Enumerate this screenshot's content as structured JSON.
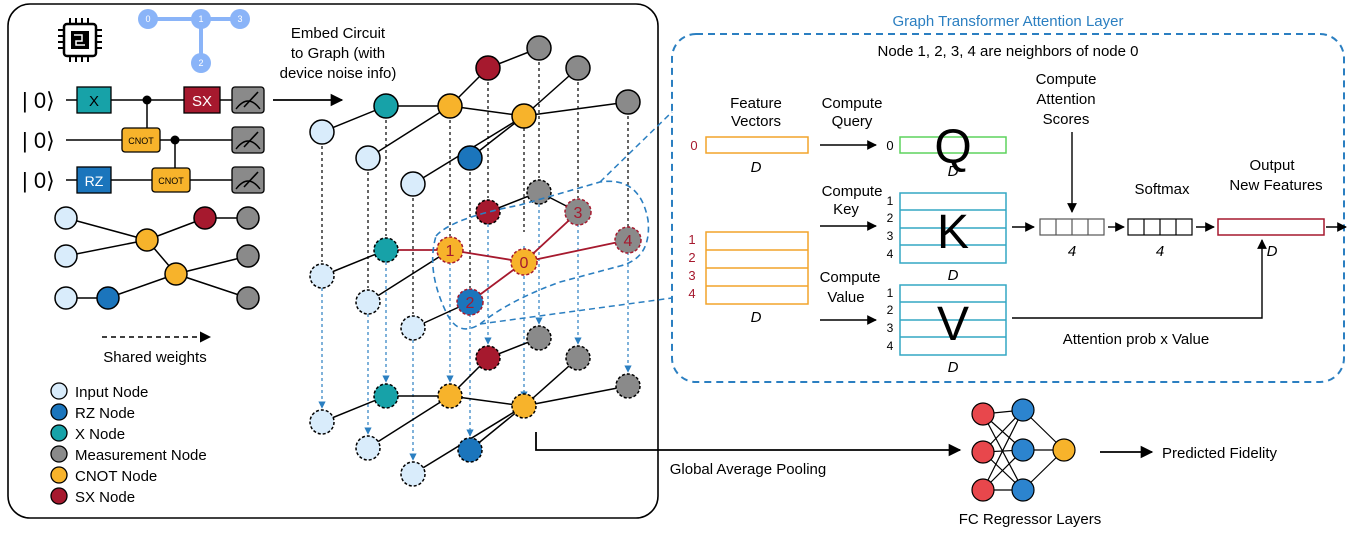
{
  "colors": {
    "input_node": "#d9ecfb",
    "rz_node": "#1b75bc",
    "x_node": "#17a2a8",
    "measurement_node": "#8a8a8a",
    "cnot_node": "#f7b32b",
    "sx_node": "#a6192e",
    "device_graph": "#8ab4f8",
    "attention_border": "#2b7fc1",
    "query_box": "#5dd35d",
    "key_box": "#33a7c4",
    "feature_box": "#f2a42a",
    "output_box": "#a6192e",
    "fc_red": "#e8474c",
    "fc_blue": "#2c84cf",
    "fc_orange": "#f7b32b"
  },
  "device_graph": {
    "nodes": [
      "0",
      "1",
      "3",
      "2"
    ]
  },
  "circuit": {
    "qubit_labels": [
      "| 0⟩",
      "| 0⟩",
      "| 0⟩"
    ],
    "gates": {
      "x": "X",
      "sx": "SX",
      "cnot1": "CNOT",
      "rz": "RZ",
      "cnot2": "CNOT"
    }
  },
  "embed_label": [
    "Embed Circuit",
    "to Graph (with",
    "device noise info)"
  ],
  "shared_weights_label": "Shared weights",
  "legend": [
    {
      "label": "Input Node",
      "color": "#d9ecfb"
    },
    {
      "label": "RZ Node",
      "color": "#1b75bc"
    },
    {
      "label": "X Node",
      "color": "#17a2a8"
    },
    {
      "label": "Measurement Node",
      "color": "#8a8a8a"
    },
    {
      "label": "CNOT Node",
      "color": "#f7b32b"
    },
    {
      "label": "SX Node",
      "color": "#a6192e"
    }
  ],
  "graph_labels": {
    "n0": "0",
    "n1": "1",
    "n2": "2",
    "n3": "3",
    "n4": "4"
  },
  "attention": {
    "title": "Graph Transformer Attention Layer",
    "subtitle": "Node 1, 2, 3, 4 are neighbors of node 0",
    "feature_vectors": [
      "Feature",
      "Vectors"
    ],
    "compute_query": [
      "Compute",
      "Query"
    ],
    "compute_key": [
      "Compute",
      "Key"
    ],
    "compute_value": [
      "Compute",
      "Value"
    ],
    "compute_scores": [
      "Compute",
      "Attention",
      "Scores"
    ],
    "softmax": "Softmax",
    "output_features": [
      "Output",
      "New Features"
    ],
    "dim": "D",
    "four": "4",
    "q_letter": "Q",
    "k_letter": "K",
    "v_letter": "V",
    "row_zero": "0",
    "neighbor_rows": [
      "1",
      "2",
      "3",
      "4"
    ],
    "attn_value": "Attention prob x Value"
  },
  "pooling_label": "Global Average Pooling",
  "fc_label": "FC Regressor Layers",
  "predicted_label": "Predicted Fidelity"
}
